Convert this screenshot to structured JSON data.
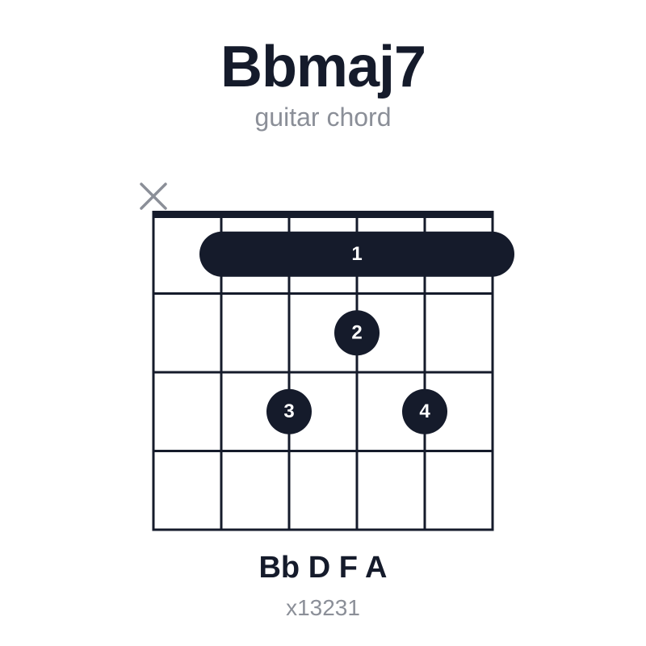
{
  "chord": {
    "name": "Bbmaj7",
    "subtitle": "guitar chord",
    "notes": "Bb D F A",
    "fingering": "x13231"
  },
  "diagram": {
    "strings": 6,
    "frets": 4,
    "muted_strings": [
      1
    ],
    "barre": {
      "fret": 1,
      "from_string": 2,
      "to_string": 6,
      "finger": "1"
    },
    "dots": [
      {
        "string": 4,
        "fret": 2,
        "finger": "2"
      },
      {
        "string": 3,
        "fret": 3,
        "finger": "3"
      },
      {
        "string": 5,
        "fret": 3,
        "finger": "4"
      }
    ]
  },
  "colors": {
    "ink": "#151b2b",
    "muted_gray": "#8b8f98",
    "dot_text": "#ffffff"
  }
}
